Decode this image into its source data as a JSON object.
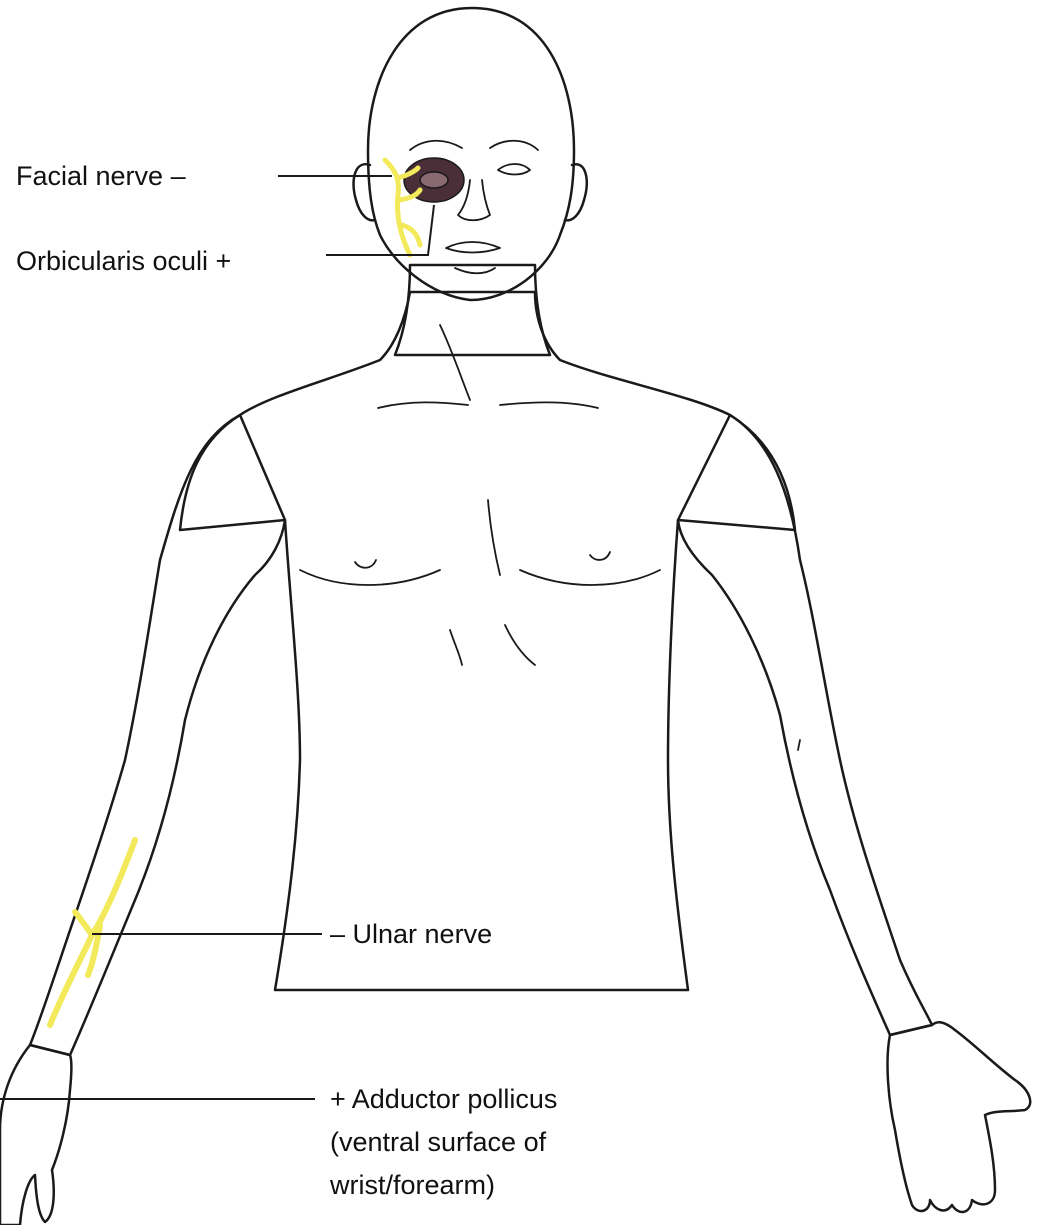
{
  "labels": {
    "facial_nerve": "Facial nerve –",
    "orbicularis_oculi": "Orbicularis oculi +",
    "ulnar_nerve": "– Ulnar nerve",
    "adductor_line1": "+ Adductor pollicus",
    "adductor_line2": "(ventral surface of",
    "adductor_line3": "wrist/forearm)"
  },
  "colors": {
    "skin": "#f9d3ad",
    "outline": "#1a1a1a",
    "nerve": "#f2ea5a",
    "muscle": "#4a2e38",
    "background": "#ffffff"
  }
}
